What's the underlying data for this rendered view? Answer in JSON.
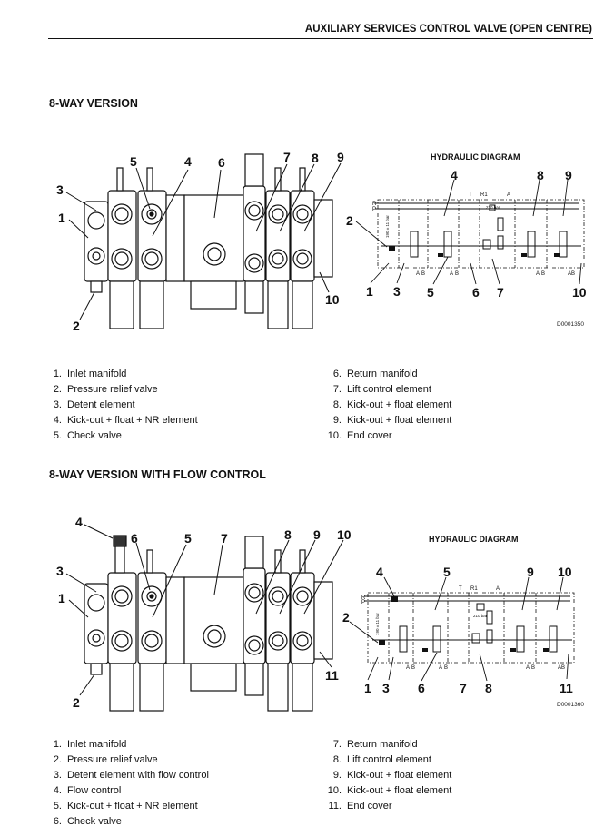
{
  "header": {
    "title": "AUXILIARY SERVICES CONTROL VALVE (OPEN CENTRE)"
  },
  "sections": [
    {
      "title": "8-WAY VERSION",
      "photo_callouts": [
        "1",
        "2",
        "3",
        "4",
        "5",
        "6",
        "7",
        "8",
        "9",
        "10"
      ],
      "diagram": {
        "title": "HYDRAULIC DIAGRAM",
        "code": "D0001350",
        "port_labels": [
          "R",
          "P",
          "T",
          "R1",
          "A",
          "A",
          "B",
          "A",
          "B",
          "A",
          "B",
          "AB"
        ],
        "pressure_labels": [
          "190 ± 11 bar",
          "210 bar"
        ],
        "callouts": [
          "1",
          "2",
          "3",
          "4",
          "5",
          "6",
          "7",
          "8",
          "9",
          "10"
        ]
      },
      "legend_left": [
        {
          "num": "1.",
          "text": "Inlet manifold"
        },
        {
          "num": "2.",
          "text": "Pressure relief valve"
        },
        {
          "num": "3.",
          "text": "Detent element"
        },
        {
          "num": "4.",
          "text": "Kick-out + float + NR element"
        },
        {
          "num": "5.",
          "text": "Check valve"
        }
      ],
      "legend_right": [
        {
          "num": "6.",
          "text": "Return manifold"
        },
        {
          "num": "7.",
          "text": "Lift control element"
        },
        {
          "num": "8.",
          "text": "Kick-out + float element"
        },
        {
          "num": "9.",
          "text": "Kick-out + float element"
        },
        {
          "num": "10.",
          "text": "End cover"
        }
      ]
    },
    {
      "title": "8-WAY VERSION WITH FLOW CONTROL",
      "photo_callouts": [
        "1",
        "2",
        "3",
        "4",
        "5",
        "6",
        "7",
        "8",
        "9",
        "10",
        "11"
      ],
      "diagram": {
        "title": "HYDRAULIC DIAGRAM",
        "code": "D0001360",
        "port_labels": [
          "R",
          "P",
          "T",
          "R1",
          "A",
          "A",
          "B",
          "A",
          "B",
          "A",
          "B",
          "AB"
        ],
        "pressure_labels": [
          "190 ± 11 bar",
          "210 bar"
        ],
        "callouts": [
          "1",
          "2",
          "3",
          "4",
          "5",
          "6",
          "7",
          "8",
          "9",
          "10",
          "11"
        ]
      },
      "legend_left": [
        {
          "num": "1.",
          "text": "Inlet manifold"
        },
        {
          "num": "2.",
          "text": "Pressure relief valve"
        },
        {
          "num": "3.",
          "text": "Detent element with flow control"
        },
        {
          "num": "4.",
          "text": "Flow control"
        },
        {
          "num": "5.",
          "text": "Kick-out + float + NR element"
        },
        {
          "num": "6.",
          "text": "Check valve"
        }
      ],
      "legend_right": [
        {
          "num": "7.",
          "text": "Return manifold"
        },
        {
          "num": "8.",
          "text": "Lift control element"
        },
        {
          "num": "9.",
          "text": "Kick-out + float element"
        },
        {
          "num": "10.",
          "text": "Kick-out + float element"
        },
        {
          "num": "11.",
          "text": "End cover"
        }
      ]
    }
  ]
}
